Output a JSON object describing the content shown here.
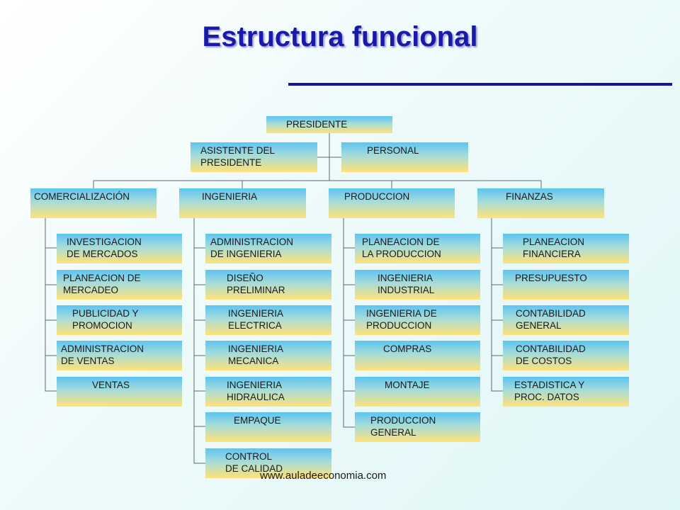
{
  "title": "Estructura funcional",
  "watermark": "www.auladeeconomia.com",
  "org": {
    "president": "PRESIDENTE",
    "assistant": "ASISTENTE DEL\nPRESIDENTE",
    "personnel": "PERSONAL",
    "departments": [
      {
        "name": "COMERCIALIZACIÓN",
        "units": [
          "INVESTIGACION\nDE MERCADOS",
          "PLANEACION DE\nMERCADEO",
          "PUBLICIDAD Y\nPROMOCION",
          "ADMINISTRACION\nDE VENTAS",
          "VENTAS"
        ]
      },
      {
        "name": "INGENIERIA",
        "units": [
          "ADMINISTRACION\nDE INGENIERIA",
          "DISEÑO\nPRELIMINAR",
          "INGENIERIA\nELECTRICA",
          "INGENIERIA\nMECANICA",
          "INGENIERIA\nHIDRAULICA",
          "EMPAQUE",
          "CONTROL\nDE CALIDAD"
        ]
      },
      {
        "name": "PRODUCCION",
        "units": [
          "PLANEACION DE\nLA PRODUCCION",
          "INGENIERIA\nINDUSTRIAL",
          "INGENIERIA DE\nPRODUCCION",
          "COMPRAS",
          "MONTAJE",
          "PRODUCCION\nGENERAL"
        ]
      },
      {
        "name": "FINANZAS",
        "units": [
          "PLANEACION\nFINANCIERA",
          "PRESUPUESTO",
          "CONTABILIDAD\nGENERAL",
          "CONTABILIDAD\nDE COSTOS",
          "ESTADISTICA Y\nPROC. DATOS"
        ]
      }
    ]
  }
}
